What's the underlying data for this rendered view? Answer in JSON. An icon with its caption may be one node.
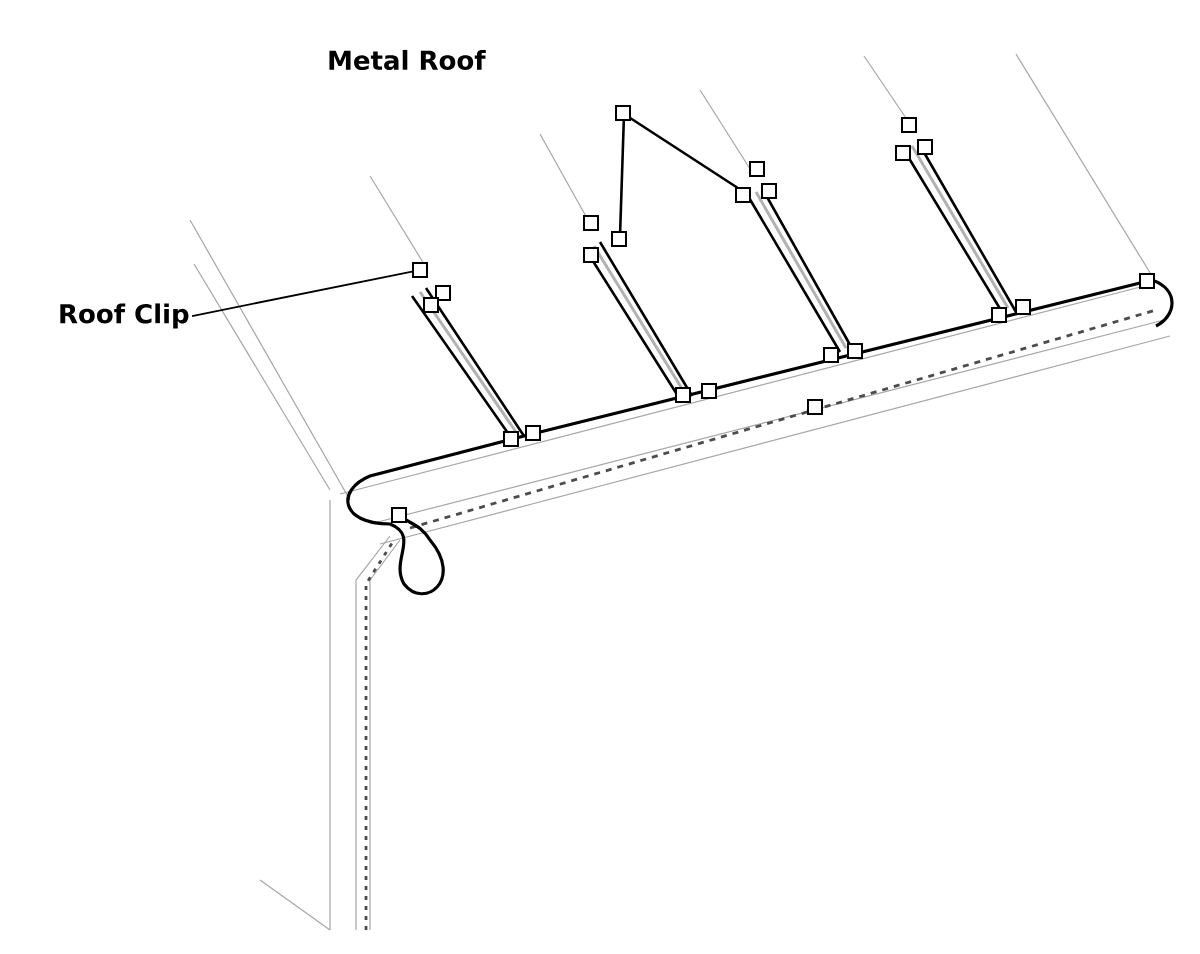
{
  "diagram": {
    "nodes": [
      {
        "text": [
          "Roof Clip"
        ]
      },
      {
        "text": [],
        "shape": "box"
      }
    ],
    "edges": [
      {
        "from": 0,
        "to": 1,
        "arrow": "none"
      }
    ],
    "labels": [
      "Metal Roof"
    ]
  }
}
